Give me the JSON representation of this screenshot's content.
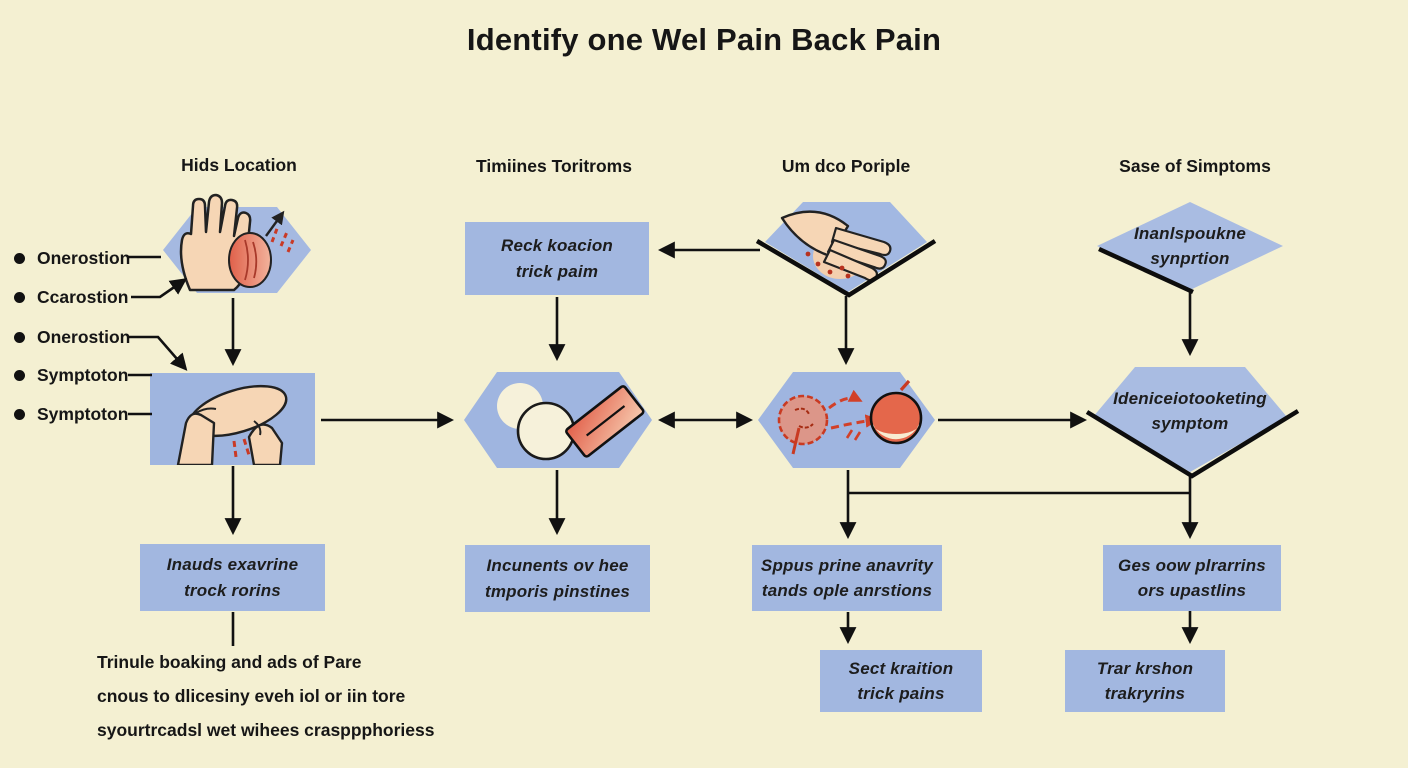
{
  "title": "Identify one Wel Pain Back Pain",
  "columns": [
    {
      "header": "Hids Location"
    },
    {
      "header": "Timiines Toritroms"
    },
    {
      "header": "Um dco Poriple"
    },
    {
      "header": "Sase of Simptoms"
    }
  ],
  "legend": {
    "items": [
      "Onerostion",
      "Ccarostion",
      "Onerostion",
      "Symptoton",
      "Symptoton"
    ]
  },
  "nodes": {
    "col1_exam_box": {
      "line1": "Inauds exavrine",
      "line2": "trock rorins"
    },
    "col2_top_box": {
      "line1": "Reck koacion",
      "line2": "trick paim"
    },
    "col2_bottom_box": {
      "line1": "Incunents ov hee",
      "line2": "tmporis pinstines"
    },
    "col3_bottom_box": {
      "line1": "Sppus prine anavrity",
      "line2": "tands ople anrstions"
    },
    "col3_final_box": {
      "line1": "Sect kraition",
      "line2": "trick pains"
    },
    "col4_top_diamond": {
      "line1": "Inanlspoukne",
      "line2": "synprtion"
    },
    "col4_mid_diamond": {
      "line1": "Ideniceiotooketing",
      "line2": "symptom"
    },
    "col4_bottom_box": {
      "line1": "Ges oow plrarrins",
      "line2": "ors upastlins"
    },
    "col4_final_box": {
      "line1": "Trar krshon",
      "line2": "trakryrins"
    }
  },
  "footnote": {
    "line1": "Trinule boaking and ads of Pare",
    "line2": "cnous to dlicesiny eveh iol or iin tore",
    "line3": "syourtrcadsl wet wihees crasppphoriess"
  },
  "icons": {
    "col1_top": "raised-hand-swelling-icon",
    "col1_mid": "massage-hands-icon",
    "col2_mid": "circles-and-bandage-icon",
    "col3_top": "hand-pressing-icon",
    "col3_mid": "pain-spread-circles-icon"
  },
  "colors": {
    "background": "#f4f0d2",
    "node_fill": "#a2b7e0",
    "line": "#111111",
    "accent_red": "#d0452f",
    "skin": "#f6d6b5"
  }
}
